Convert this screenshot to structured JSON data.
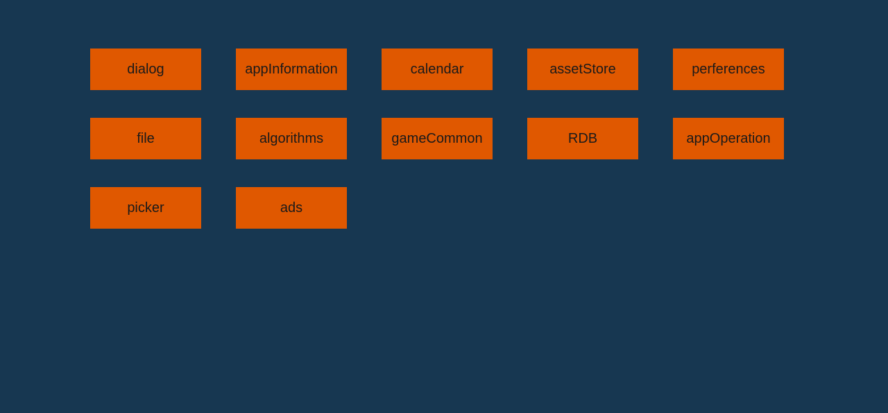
{
  "colors": {
    "background": "#173751",
    "button": "#e05800",
    "button_text": "#1a1a1a"
  },
  "buttons": [
    {
      "label": "dialog"
    },
    {
      "label": "appInformation"
    },
    {
      "label": "calendar"
    },
    {
      "label": "assetStore"
    },
    {
      "label": "perferences"
    },
    {
      "label": "file"
    },
    {
      "label": "algorithms"
    },
    {
      "label": "gameCommon"
    },
    {
      "label": "RDB"
    },
    {
      "label": "appOperation"
    },
    {
      "label": "picker"
    },
    {
      "label": "ads"
    }
  ]
}
